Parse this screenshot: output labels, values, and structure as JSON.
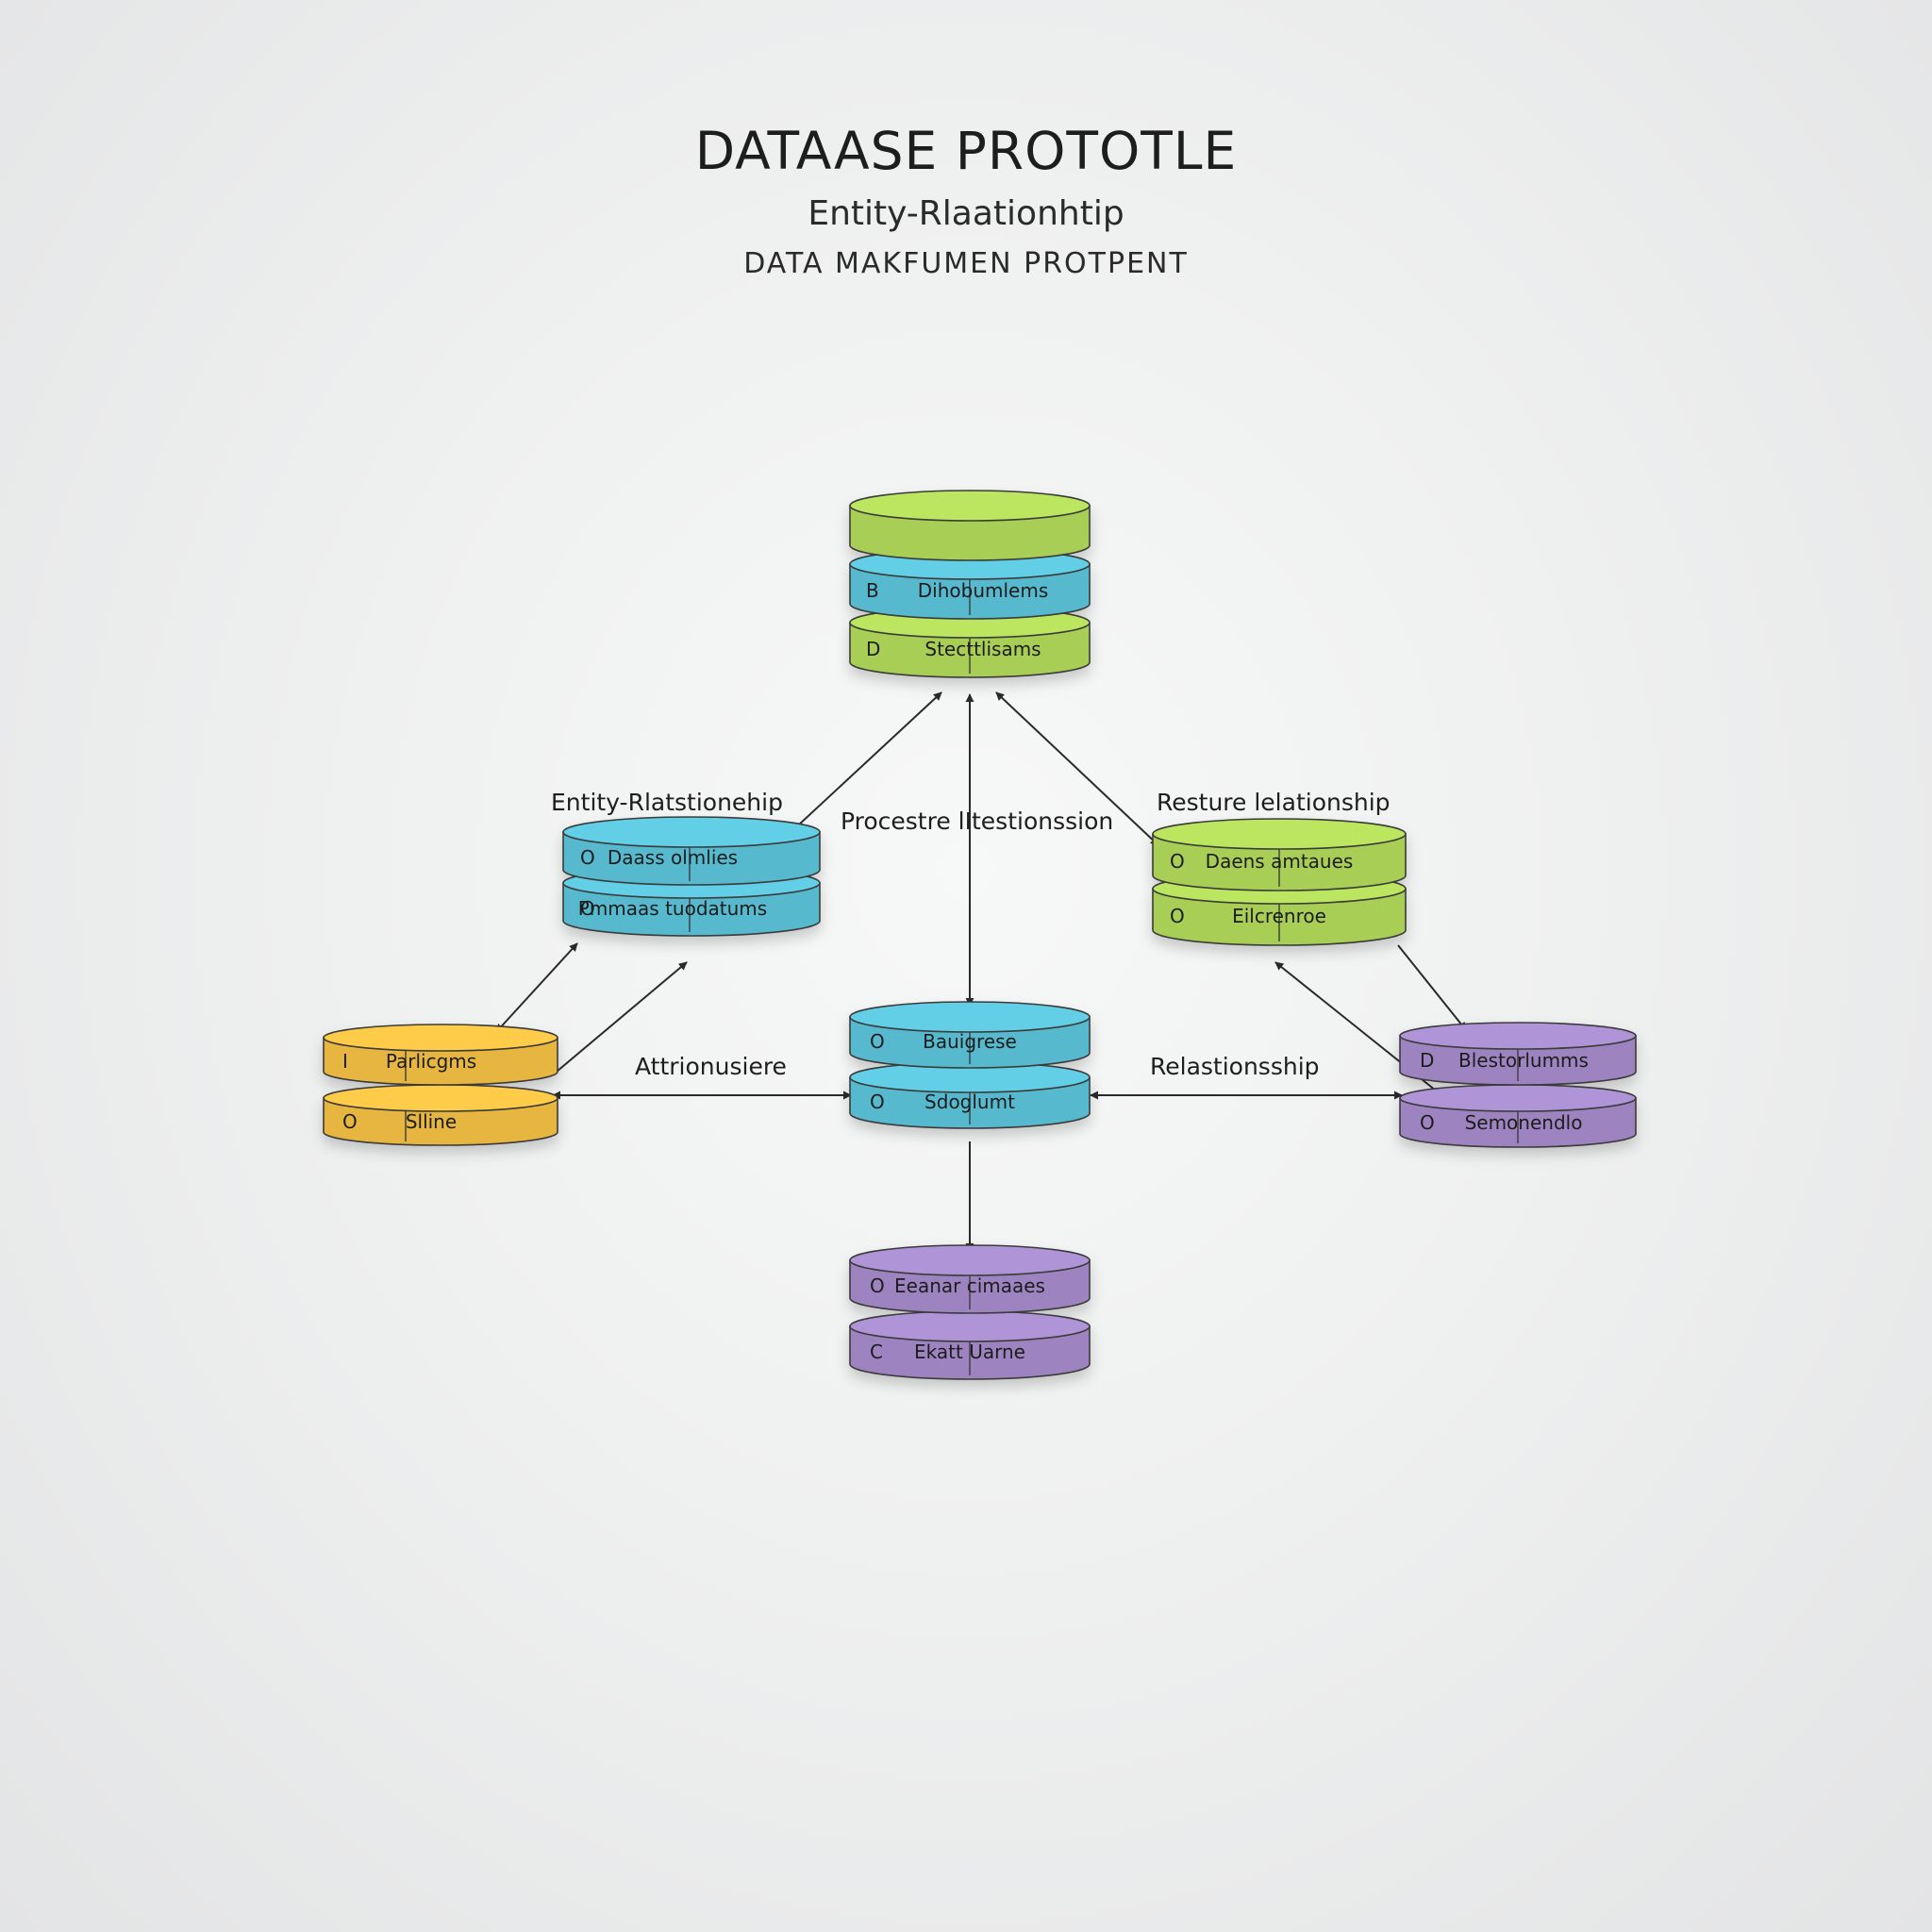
{
  "header": {
    "title": "DATAASE PROTOTLE",
    "subtitle": "Entity-Rlaationhtip",
    "tagline": "DATA MAKFUMEN PROTPENT"
  },
  "colors": {
    "green": "#b6dd5d",
    "cyan": "#5ec7dd",
    "yellow": "#f8c445",
    "purple": "#a98ed0",
    "line": "#2a2a2a"
  },
  "stacks": [
    {
      "id": "top",
      "color": "green",
      "layers": [
        {
          "letter": "",
          "text": "",
          "color": "green"
        },
        {
          "letter": "B",
          "text": "Dihobumlems",
          "color": "cyan"
        },
        {
          "letter": "D",
          "text": "Stecttlisams",
          "color": "green"
        }
      ]
    },
    {
      "id": "left-mid",
      "color": "cyan",
      "layers": [
        {
          "letter": "O",
          "text": "Daass olmlies",
          "color": "cyan"
        },
        {
          "letter": "O",
          "text": "Pmmaas  tuodatums",
          "color": "cyan"
        }
      ]
    },
    {
      "id": "right-mid",
      "color": "green",
      "layers": [
        {
          "letter": "O",
          "text": "Daens      amtaues",
          "color": "green"
        },
        {
          "letter": "O",
          "text": "Eilcrenroe",
          "color": "green"
        }
      ]
    },
    {
      "id": "yellow",
      "color": "yellow",
      "layers": [
        {
          "letter": "I",
          "text": "Parlicgms",
          "color": "yellow"
        },
        {
          "letter": "O",
          "text": "Slline",
          "color": "yellow"
        }
      ]
    },
    {
      "id": "center",
      "color": "cyan",
      "layers": [
        {
          "letter": "O",
          "text": "Bauigrese",
          "color": "cyan"
        },
        {
          "letter": "O",
          "text": "Sdoglumt",
          "color": "cyan"
        }
      ]
    },
    {
      "id": "purple-right",
      "color": "purple",
      "layers": [
        {
          "letter": "D",
          "text": "Blestorlumms",
          "color": "purple"
        },
        {
          "letter": "O",
          "text": "Semonendlo",
          "color": "purple"
        }
      ]
    },
    {
      "id": "bottom",
      "color": "purple",
      "layers": [
        {
          "letter": "O",
          "text": "Eeanar  cimaaes",
          "color": "purple"
        },
        {
          "letter": "C",
          "text": "Ekatt Uarne",
          "color": "purple"
        }
      ]
    }
  ],
  "relationships": [
    {
      "id": "entity-relationship",
      "label": "Entity-Rlatstionehip"
    },
    {
      "id": "procestre",
      "label": "Procestre lItestionssion"
    },
    {
      "id": "resture",
      "label": "Resture lelationship"
    },
    {
      "id": "attrionusiere",
      "label": "Attrionusiere"
    },
    {
      "id": "relastionsship",
      "label": "Relastionsship"
    }
  ]
}
